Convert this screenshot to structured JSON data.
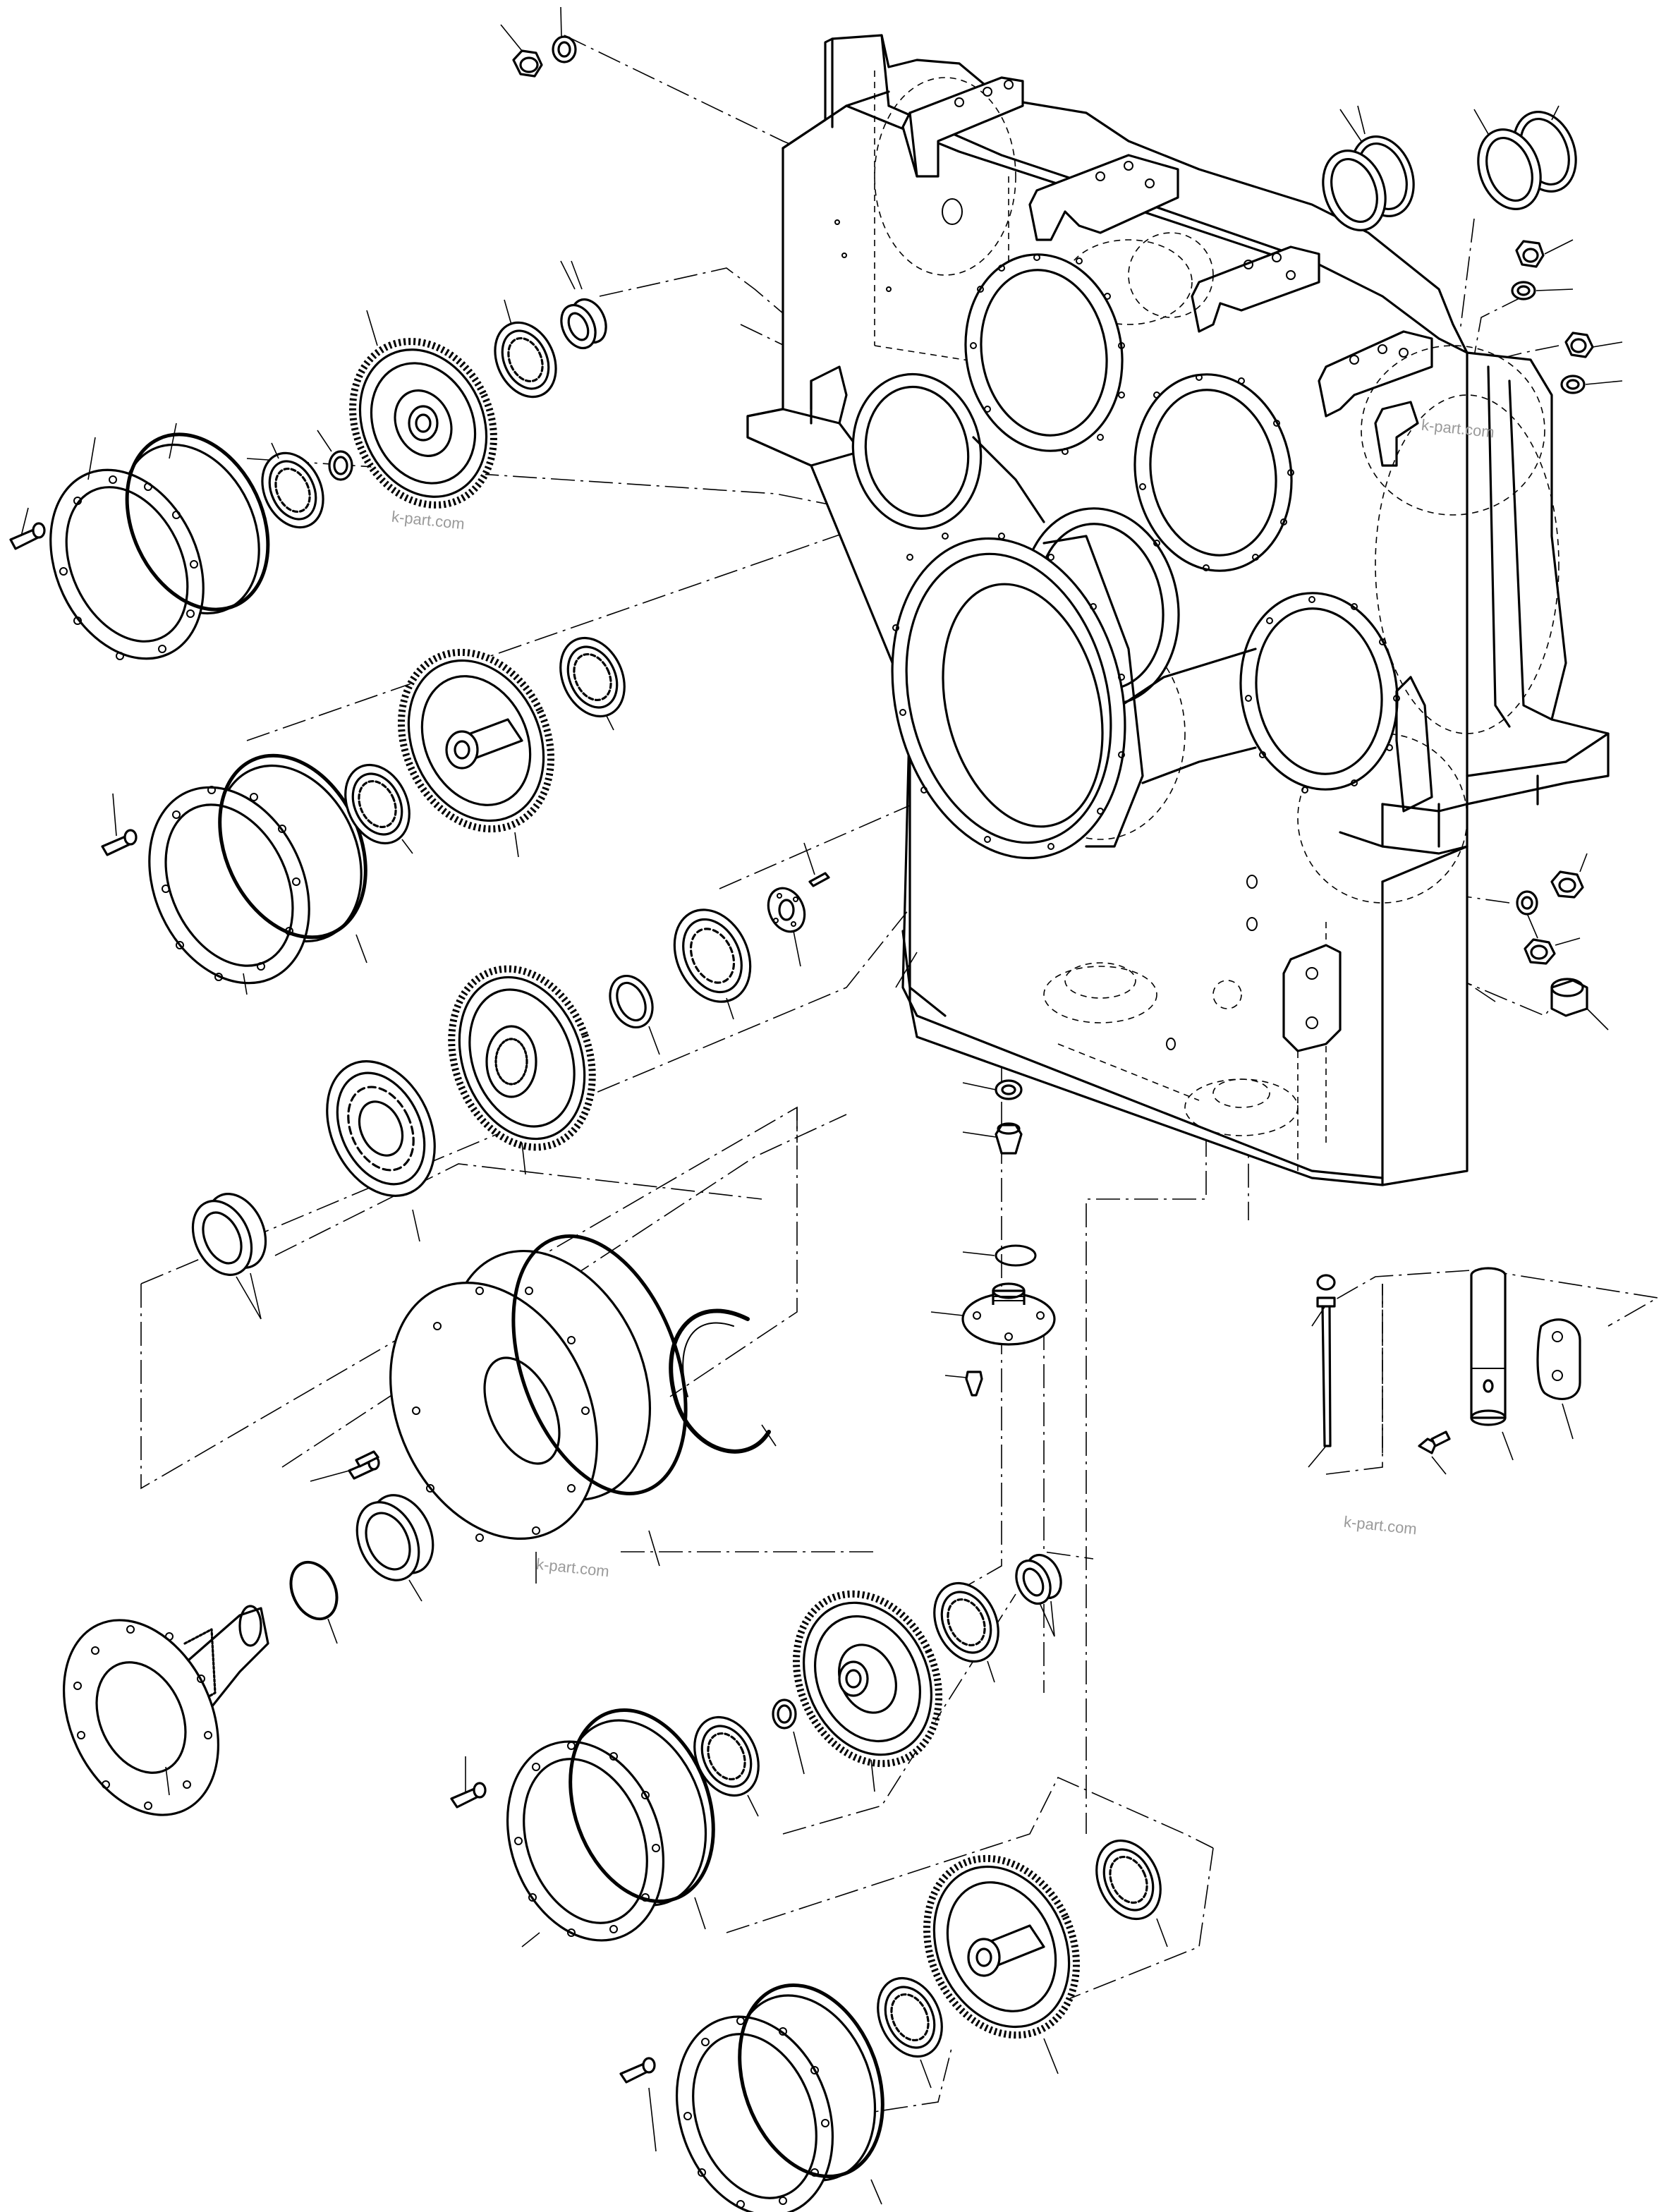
{
  "diagram": {
    "type": "exploded-parts-drawing",
    "subject": "gearbox housing with gears, bearings, covers and fittings"
  },
  "watermarks": {
    "w1": "k-part.com",
    "w2": "k-part.com",
    "w3": "k-part.com",
    "w4": "k-part.com"
  },
  "colors": {
    "line": "#000000",
    "background": "#ffffff",
    "watermark": "#9a9a9a"
  }
}
